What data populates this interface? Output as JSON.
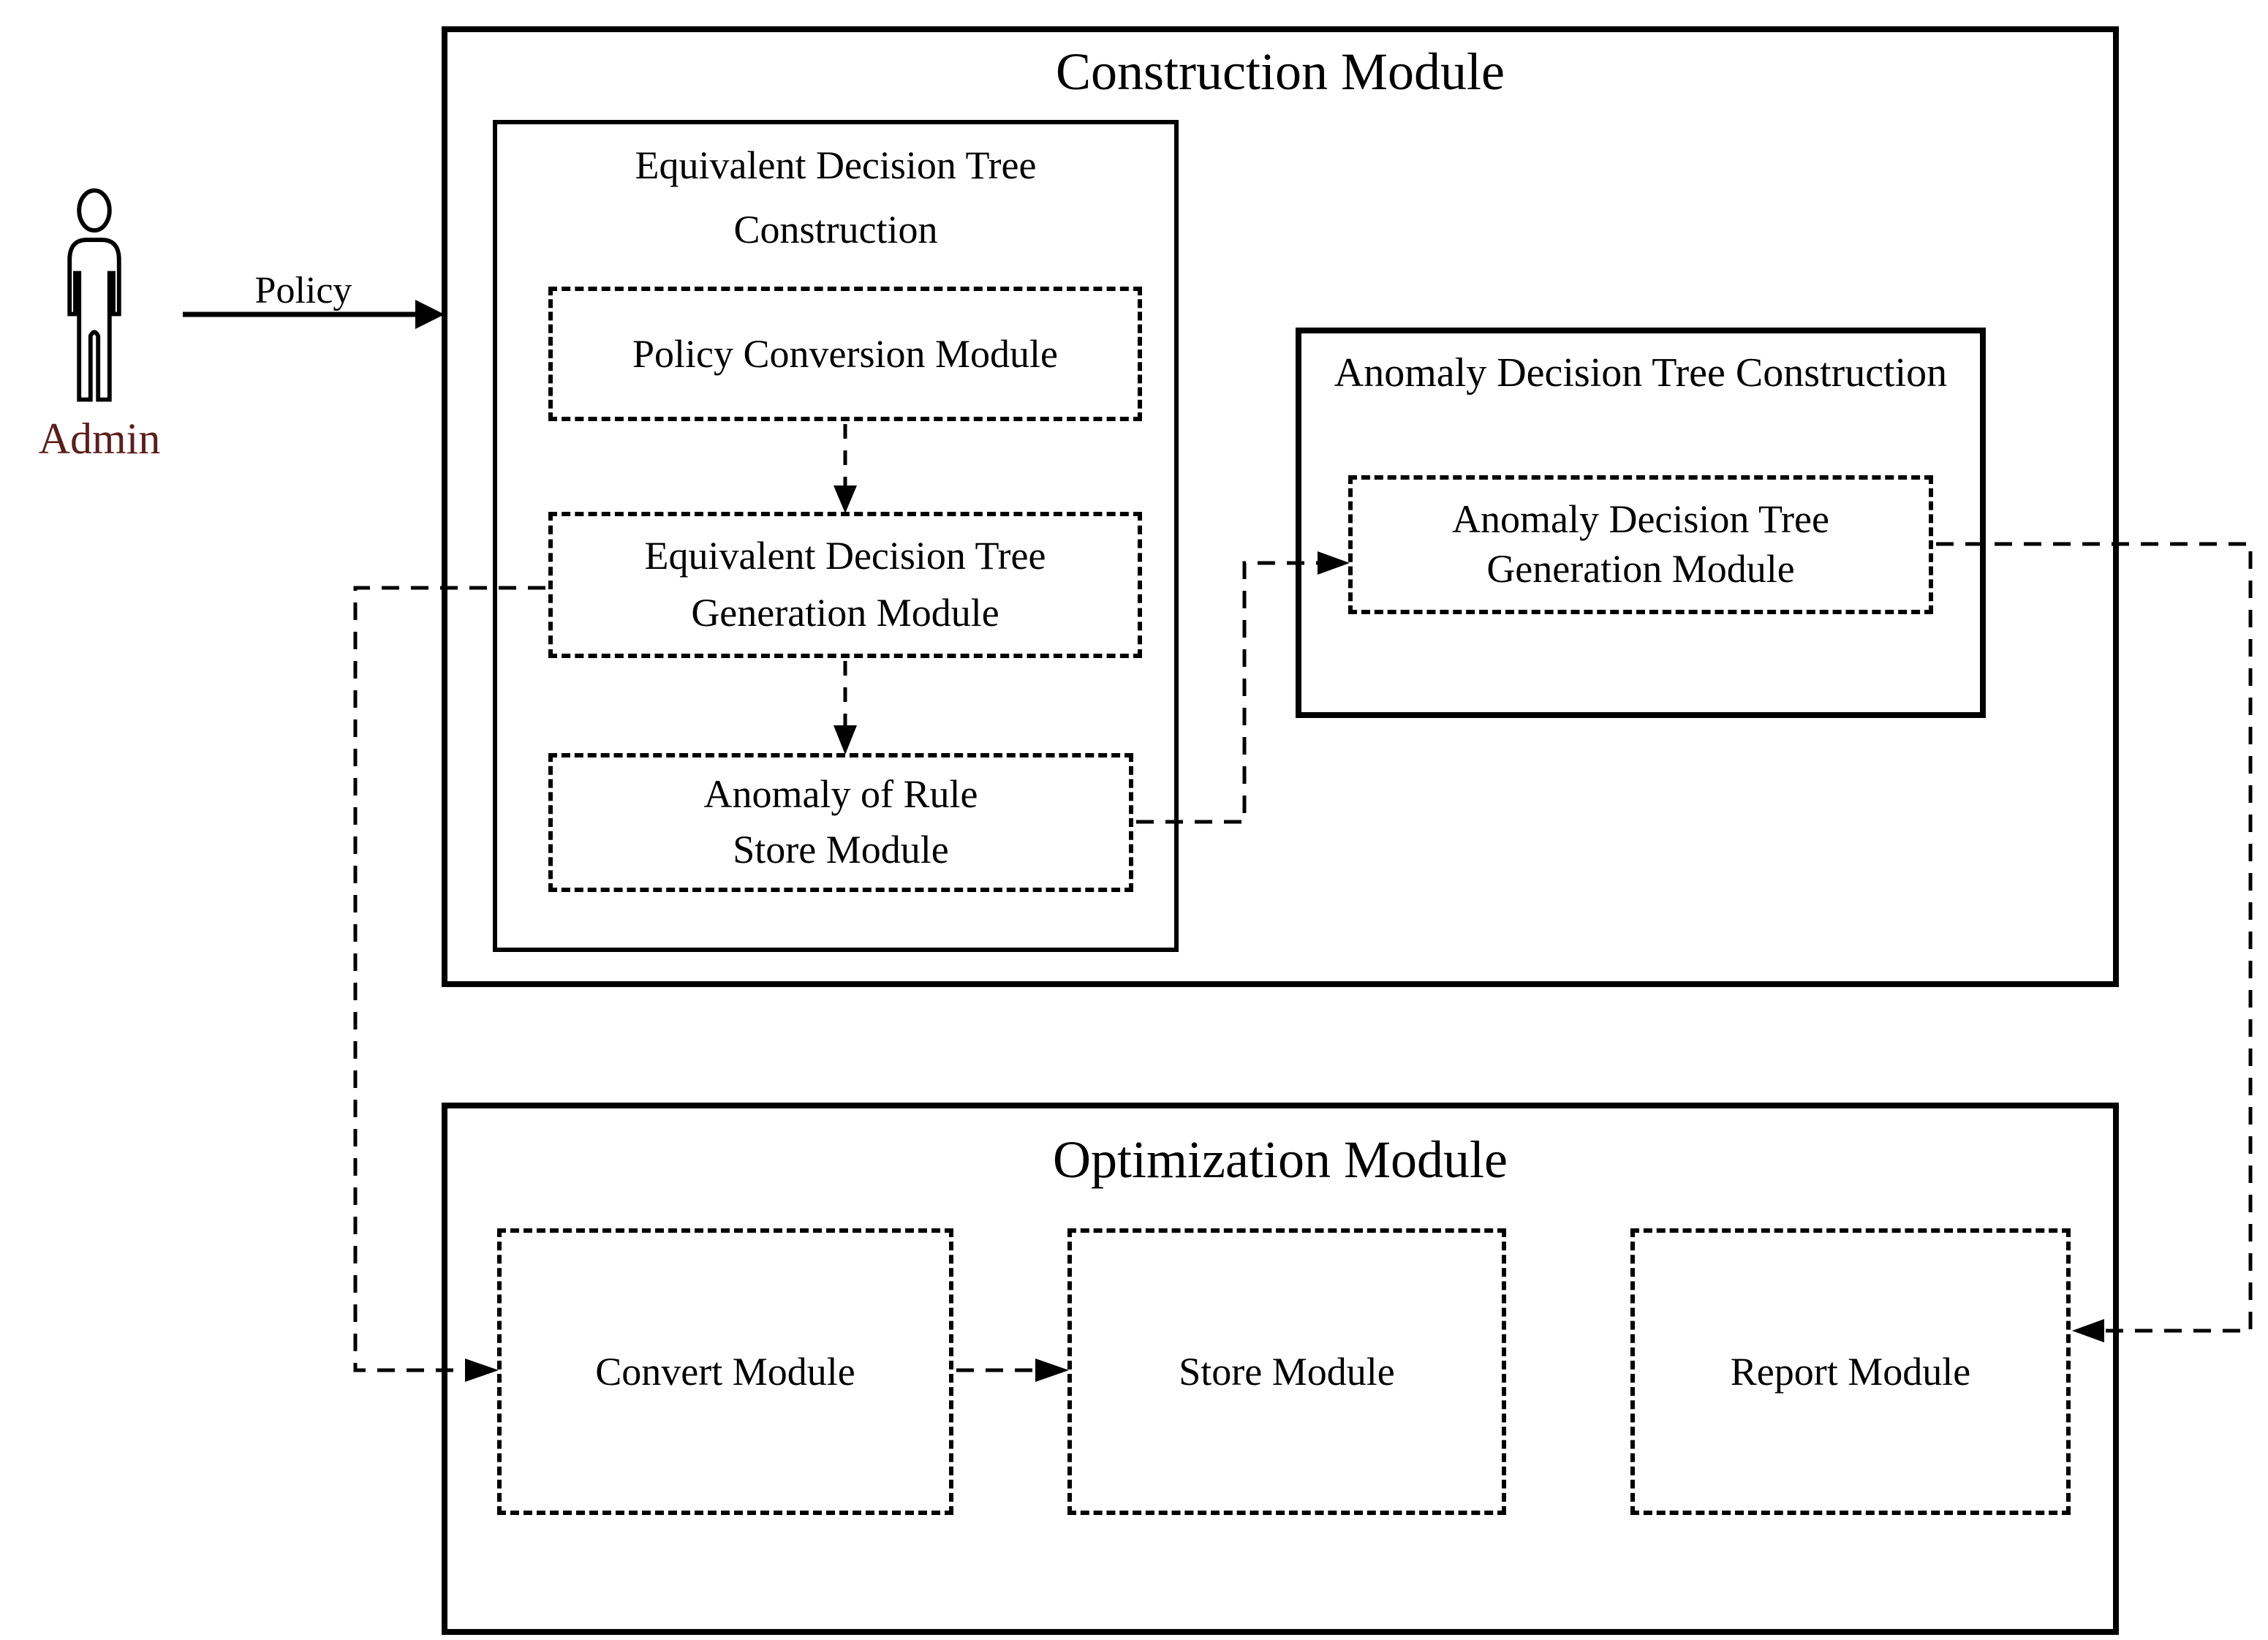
{
  "actor": {
    "label": "Admin",
    "label_color": "#5b1f1b"
  },
  "flows": {
    "policy_label": "Policy"
  },
  "construction": {
    "title": "Construction Module",
    "edt_construction": {
      "title_line1": "Equivalent Decision Tree",
      "title_line2": "Construction",
      "policy_conversion": {
        "label": "Policy Conversion Module"
      },
      "generation": {
        "line1": "Equivalent Decision Tree",
        "line2": "Generation Module"
      },
      "anomaly_store": {
        "line1": "Anomaly of Rule",
        "line2": "Store Module"
      }
    },
    "adt_construction": {
      "title": "Anomaly Decision Tree Construction",
      "generation": {
        "line1": "Anomaly Decision Tree",
        "line2": "Generation Module"
      }
    }
  },
  "optimization": {
    "title": "Optimization Module",
    "convert": {
      "label": "Convert Module"
    },
    "store": {
      "label": "Store Module"
    },
    "report": {
      "label": "Report Module"
    }
  },
  "colors": {
    "line": "#000000",
    "background": "#ffffff",
    "admin_text": "#5b1f1b"
  }
}
